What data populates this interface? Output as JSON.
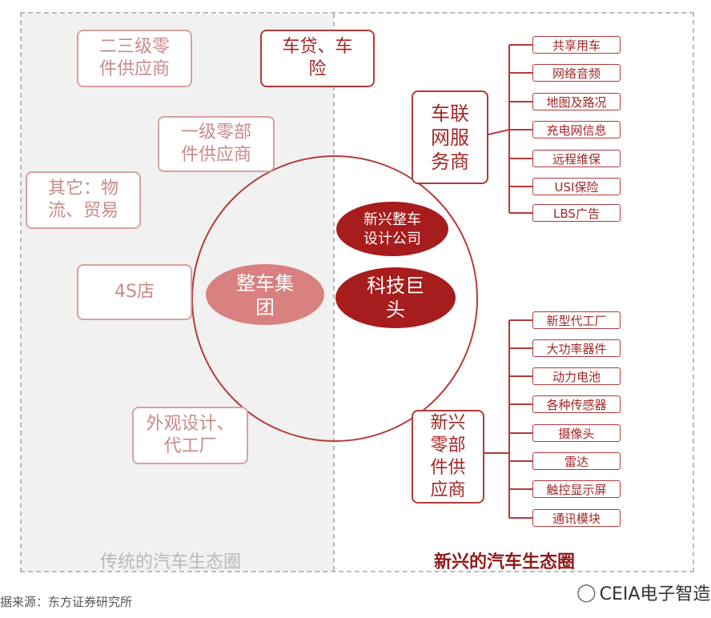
{
  "traditional": {
    "label": "传统的汽车生态圈",
    "boxes": {
      "tier23": "二三级零\n件供应商",
      "loan": "车贷、车\n险",
      "tier1": "一级零部\n件供应商",
      "other": "其它：物\n流、贸易",
      "store4s": "4S店",
      "design": "外观设计、\n代工厂"
    }
  },
  "emerging": {
    "label": "新兴的汽车生态圈",
    "connected_service": "车联\n网服\n务商",
    "connected_items": [
      "共享用车",
      "网络音频",
      "地图及路况",
      "充电网信息",
      "远程维保",
      "USI保险",
      "LBS广告"
    ],
    "parts_supplier": "新兴\n零部\n件供\n应商",
    "parts_items": [
      "新型代工厂",
      "大功率器件",
      "动力电池",
      "各种传感器",
      "摄像头",
      "雷达",
      "触控显示屏",
      "通讯模块"
    ]
  },
  "center": {
    "oem_group": "整车集\n团",
    "new_oem": "新兴整车\n设计公司",
    "tech_giant": "科技巨\n头"
  },
  "source": "据来源：东方证券研究所",
  "watermark": "CEIA电子智造",
  "colors": {
    "dark_red": "#a32626",
    "light_red": "#d98080",
    "grey_bg": "#f1f1f1"
  }
}
